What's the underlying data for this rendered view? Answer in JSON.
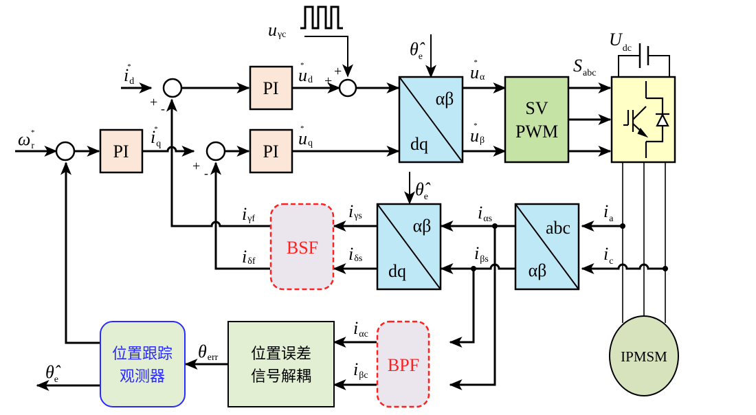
{
  "diagram": {
    "title": "IPMSM sensorless vector control with square-wave HF injection",
    "colors": {
      "pi_fill": "#fbe6d8",
      "transform_fill": "#bfe8f7",
      "svpwm_fill": "#c6e3a6",
      "inverter_fill": "#ffffc6",
      "filter_fill": "#ebe6ee",
      "filter_stroke": "#ff2020",
      "filter_text": "#ff2020",
      "observer_fill": "#e2efd2",
      "observer_stroke": "#2a2aff",
      "observer_text": "#2a2aff",
      "decoupler_fill": "#e2efd2",
      "motor_fill": "#d6e3bc"
    },
    "blocks": {
      "pi_speed": "PI",
      "pi_d": "PI",
      "pi_q": "PI",
      "park_inv_top": "αβ",
      "park_inv_bottom": "dq",
      "svpwm_line1": "SV",
      "svpwm_line2": "PWM",
      "park_top": "αβ",
      "park_bottom": "dq",
      "clarke_top": "abc",
      "clarke_bottom": "αβ",
      "bsf": "BSF",
      "bpf": "BPF",
      "observer_line1": "位置跟踪",
      "observer_line2": "观测器",
      "decoupler_line1": "位置误差",
      "decoupler_line2": "信号解耦",
      "motor": "IPMSM"
    },
    "signals": {
      "omega_ref": {
        "base": "ω",
        "sub": "r",
        "sup": "*"
      },
      "id_ref": {
        "base": "i",
        "sub": "d",
        "sup": "*"
      },
      "iq_ref": {
        "base": "i",
        "sub": "q",
        "sup": "*"
      },
      "ud_ref": {
        "base": "u",
        "sub": "d",
        "sup": "*"
      },
      "uq_ref": {
        "base": "u",
        "sub": "q",
        "sup": "*"
      },
      "u_inj": {
        "base": "u",
        "sub": "γc"
      },
      "theta_top": {
        "base": "θ̂",
        "sub": "e"
      },
      "theta_mid": {
        "base": "θ̂",
        "sub": "e"
      },
      "theta_out": {
        "base": "θ̂",
        "sub": "e"
      },
      "ualpha_ref": {
        "base": "u",
        "sub": "α",
        "sup": "*"
      },
      "ubeta_ref": {
        "base": "u",
        "sub": "β",
        "sup": "*"
      },
      "s_abc": {
        "base": "S",
        "sub": "abc"
      },
      "u_dc": {
        "base": "U",
        "sub": "dc"
      },
      "i_gamma_f": {
        "base": "i",
        "sub": "γf"
      },
      "i_delta_f": {
        "base": "i",
        "sub": "δf"
      },
      "i_gamma_s": {
        "base": "i",
        "sub": "γs"
      },
      "i_delta_s": {
        "base": "i",
        "sub": "δs"
      },
      "i_alpha_s": {
        "base": "i",
        "sub": "αs"
      },
      "i_beta_s": {
        "base": "i",
        "sub": "βs"
      },
      "i_a": {
        "base": "i",
        "sub": "a"
      },
      "i_c": {
        "base": "i",
        "sub": "c"
      },
      "i_alpha_c": {
        "base": "i",
        "sub": "αc"
      },
      "i_beta_c": {
        "base": "i",
        "sub": "βc"
      },
      "theta_err": {
        "base": "θ",
        "sub": "err"
      }
    },
    "signs": {
      "plus": "+",
      "minus": "-"
    }
  }
}
